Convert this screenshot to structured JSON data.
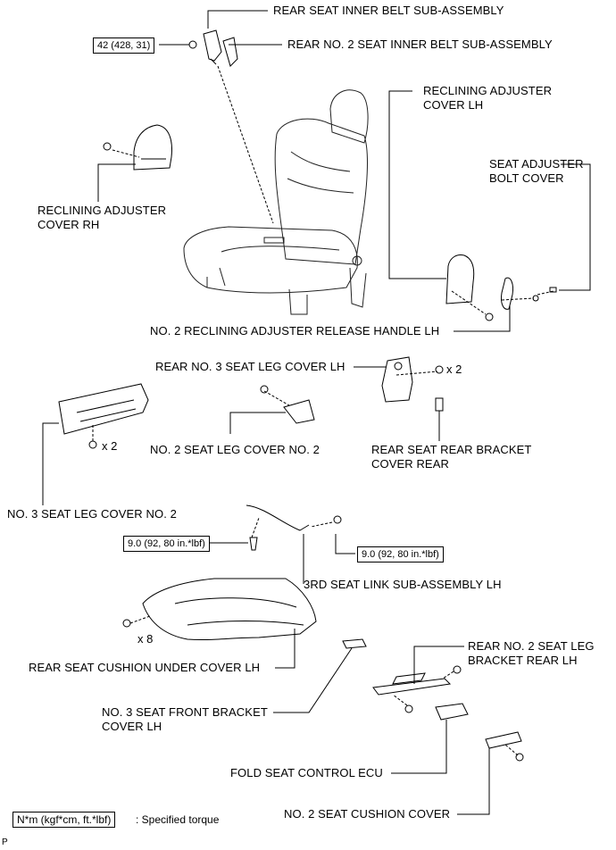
{
  "labels": {
    "rear_seat_inner_belt": "REAR SEAT INNER BELT SUB-ASSEMBLY",
    "rear_no2_seat_inner_belt": "REAR NO. 2 SEAT INNER BELT SUB-ASSEMBLY",
    "reclining_adjuster_cover_lh": [
      "RECLINING ADJUSTER",
      "COVER LH"
    ],
    "seat_adjuster_bolt_cover": [
      "SEAT ADJUSTER",
      "BOLT COVER"
    ],
    "reclining_adjuster_cover_rh": [
      "RECLINING ADJUSTER",
      "COVER RH"
    ],
    "no2_reclining_adjuster_release_handle_lh": "NO. 2 RECLINING ADJUSTER RELEASE HANDLE LH",
    "rear_no3_seat_leg_cover_lh": "REAR NO. 3 SEAT LEG COVER LH",
    "no2_seat_leg_cover_no2": "NO. 2 SEAT LEG COVER NO. 2",
    "rear_seat_rear_bracket_cover_rear": [
      "REAR SEAT REAR BRACKET",
      "COVER REAR"
    ],
    "no3_seat_leg_cover_no2": "NO. 3 SEAT LEG COVER NO. 2",
    "third_seat_link_sub_assembly_lh": "3RD SEAT LINK SUB-ASSEMBLY LH",
    "rear_seat_cushion_under_cover_lh": "REAR SEAT CUSHION UNDER COVER LH",
    "rear_no2_seat_leg_bracket_rear_lh": [
      "REAR NO. 2 SEAT LEG",
      "BRACKET REAR LH"
    ],
    "no3_seat_front_bracket_cover_lh": [
      "NO. 3 SEAT FRONT BRACKET",
      "COVER LH"
    ],
    "fold_seat_control_ecu": "FOLD SEAT CONTROL ECU",
    "no2_seat_cushion_cover": "NO. 2 SEAT CUSHION COVER"
  },
  "torques": {
    "belt_nut": "42 (428, 31)",
    "link_bolt": "9.0 (92, 80 in.*lbf)",
    "link_nut": "9.0 (92, 80 in.*lbf)"
  },
  "quantities": {
    "leg_cover_screws": "x 2",
    "leg_cover_no2_clips": "x 2",
    "under_cover_clips": "x 8"
  },
  "legend": {
    "unit": "N*m (kgf*cm, ft.*lbf)",
    "text": ": Specified torque"
  },
  "page_code": "P"
}
